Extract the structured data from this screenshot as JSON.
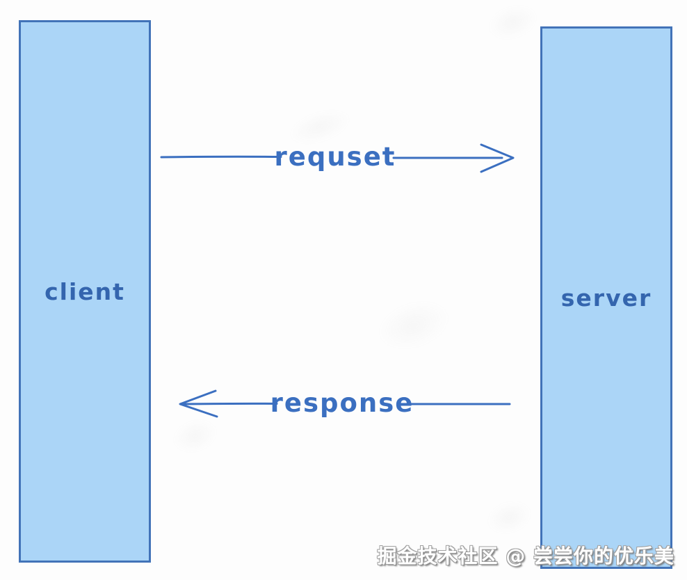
{
  "diagram": {
    "type": "sequence-like client-server diagram",
    "nodes": [
      {
        "id": "client",
        "label": "client"
      },
      {
        "id": "server",
        "label": "server"
      }
    ],
    "edges": [
      {
        "id": "request",
        "label": "requset",
        "from": "client",
        "to": "server",
        "direction": "right"
      },
      {
        "id": "response",
        "label": "response",
        "from": "server",
        "to": "client",
        "direction": "left"
      }
    ]
  },
  "watermark": {
    "text": "掘金技术社区 @ 尝尝你的优乐美"
  },
  "colors": {
    "node_fill": "#abd5f7",
    "node_border": "#4273b8",
    "node_ink": "#3465ae",
    "ink": "#3b6fc0"
  }
}
